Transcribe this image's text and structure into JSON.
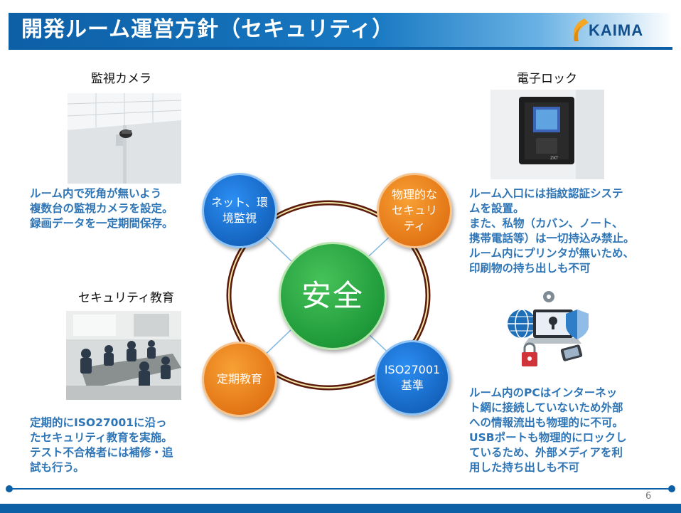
{
  "header": {
    "title": "開発ルーム運営方針（セキュリティ）",
    "logo_text": "KAIMA",
    "colors": {
      "primary": "#0d5fa6",
      "logo_accent": "#f5a623"
    }
  },
  "sections": {
    "camera": {
      "caption": "監視カメラ",
      "description": "ルーム内で死角が無いよう\n複数台の監視カメラを設定。\n録画データを一定期間保存。"
    },
    "lock": {
      "caption": "電子ロック",
      "description": "ルーム入口には指紋認証システ\nムを設置。\nまた、私物（カバン、ノート、\n携帯電話等）は一切持込み禁止。\nルーム内にプリンタが無いため、\n印刷物の持ち出しも不可"
    },
    "education": {
      "caption": "セキュリティ教育",
      "description": "定期的にISO27001に沿っ\nたセキュリティ教育を実施。\nテスト不合格者には補修・追\n試も行う。"
    },
    "network": {
      "description": "ルーム内のPCはインターネッ\nト網に接続していないため外部\nへの情報流出も物理的に不可。\nUSBポートも物理的にロックし\nているため、外部メディアを利\n用した持ち出しも不可"
    }
  },
  "diagram": {
    "center": "安全",
    "network_env": "ネット、環\n境監視",
    "physical": "物理的な\nセキュリ\nティ",
    "training": "定期教育",
    "iso": "ISO27001\n基準",
    "colors": {
      "blue": "#1565c0",
      "orange": "#e37616",
      "green": "#1f9a3a",
      "ring": "#5a1a0c"
    }
  },
  "footer": {
    "page_number": "6"
  }
}
